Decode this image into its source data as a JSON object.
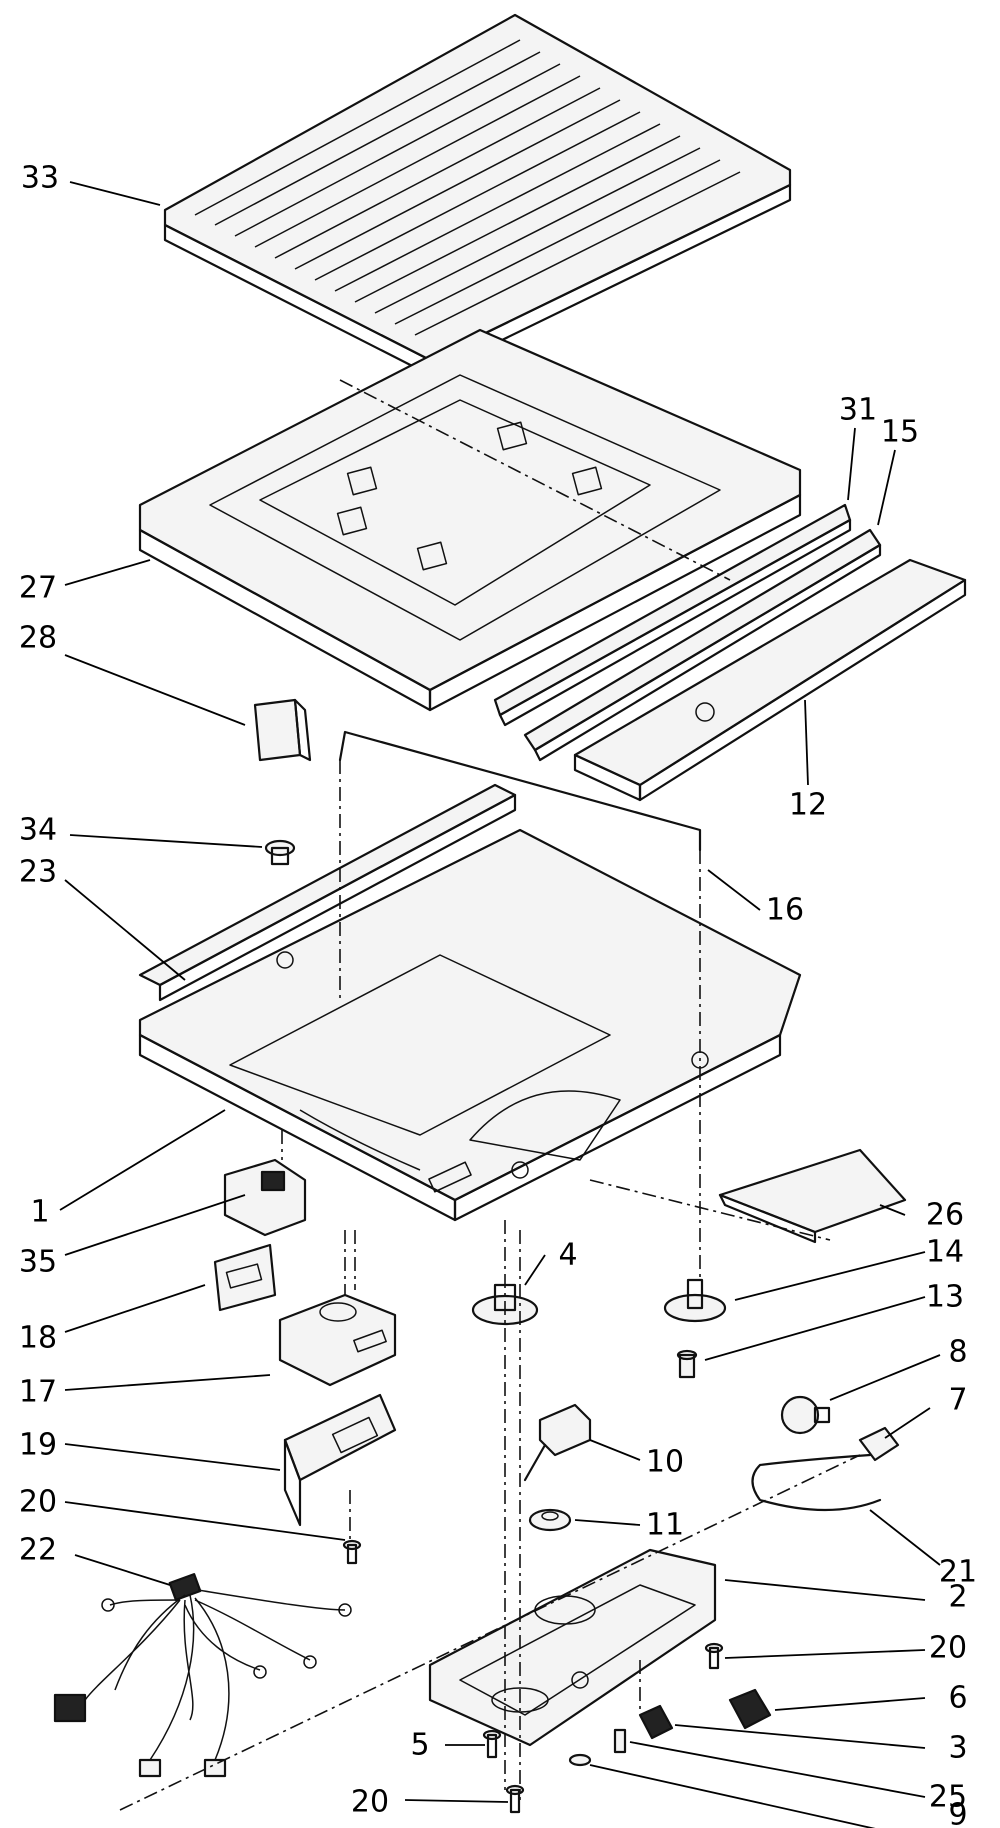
{
  "labels": [
    {
      "id": "33",
      "text": "33"
    },
    {
      "id": "31",
      "text": "31"
    },
    {
      "id": "15",
      "text": "15"
    },
    {
      "id": "27",
      "text": "27"
    },
    {
      "id": "28",
      "text": "28"
    },
    {
      "id": "12",
      "text": "12"
    },
    {
      "id": "34",
      "text": "34"
    },
    {
      "id": "23",
      "text": "23"
    },
    {
      "id": "16",
      "text": "16"
    },
    {
      "id": "1",
      "text": "1"
    },
    {
      "id": "26",
      "text": "26"
    },
    {
      "id": "35",
      "text": "35"
    },
    {
      "id": "4",
      "text": "4"
    },
    {
      "id": "14",
      "text": "14"
    },
    {
      "id": "13",
      "text": "13"
    },
    {
      "id": "18",
      "text": "18"
    },
    {
      "id": "8",
      "text": "8"
    },
    {
      "id": "7",
      "text": "7"
    },
    {
      "id": "17",
      "text": "17"
    },
    {
      "id": "10",
      "text": "10"
    },
    {
      "id": "19",
      "text": "19"
    },
    {
      "id": "11",
      "text": "11"
    },
    {
      "id": "20a",
      "text": "20"
    },
    {
      "id": "21",
      "text": "21"
    },
    {
      "id": "22",
      "text": "22"
    },
    {
      "id": "2",
      "text": "2"
    },
    {
      "id": "20b",
      "text": "20"
    },
    {
      "id": "6",
      "text": "6"
    },
    {
      "id": "5",
      "text": "5"
    },
    {
      "id": "3",
      "text": "3"
    },
    {
      "id": "25",
      "text": "25"
    },
    {
      "id": "20c",
      "text": "20"
    },
    {
      "id": "9",
      "text": "9"
    }
  ]
}
